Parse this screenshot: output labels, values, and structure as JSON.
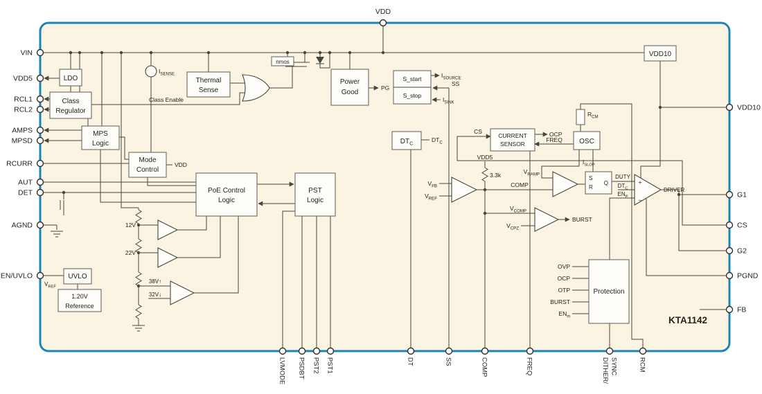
{
  "chip": {
    "name": "KTA1142"
  },
  "colors": {
    "border": "#1b85b8",
    "bg": "#fbf4e2",
    "accent": "#137cac"
  },
  "pins": {
    "top": [
      "VDD"
    ],
    "left": [
      "VIN",
      "VDD5",
      "RCL1",
      "RCL2",
      "AMPS",
      "MPSD",
      "RCURR",
      "AUT",
      "DET",
      "AGND",
      "EN/UVLO"
    ],
    "right": [
      "VDD10",
      "G1",
      "CS",
      "G2",
      "PGND",
      "FB"
    ],
    "bottom": [
      "LVMODE",
      "PSDBT",
      "PST2",
      "PST1",
      "DT",
      "SS",
      "COMP",
      "FREQ",
      "DITHER/",
      "SYNC",
      "RCM"
    ]
  },
  "blocks": {
    "ldo": "LDO",
    "class_reg_1": "Class",
    "class_reg_2": "Regulator",
    "mps_1": "MPS",
    "mps_2": "Logic",
    "mode_1": "Mode",
    "mode_2": "Control",
    "thermal_1": "Thermal",
    "thermal_2": "Sense",
    "poe_1": "PoE Control",
    "poe_2": "Logic",
    "pst_1": "PST",
    "pst_2": "Logic",
    "pg_1": "Power",
    "pg_2": "Good",
    "sstart": "S_start",
    "sstop": "S_stop",
    "dtc": "DT_C",
    "cur_1": "CURRENT",
    "cur_2": "SENSOR",
    "osc": "OSC",
    "protection": "Protection",
    "uvlo": "UVLO",
    "ref_1": "1.20V",
    "ref_2": "Reference",
    "vdd10": "VDD10",
    "driver": "DRIVER",
    "nmos": "nmos"
  },
  "labels": {
    "isense": "I_SENSE",
    "class_enable": "Class Enable",
    "pg": "PG",
    "isource": "I_SOURCE",
    "ss": "SS",
    "isink": "I_SINK",
    "dtc_out": "DT_C",
    "cs": "CS",
    "ocp": "OCP",
    "freq": "FREQ",
    "rcm": "R_CM",
    "islop": "I_SLOP",
    "vramp": "V_RAMP",
    "comp": "COMP",
    "vdd5": "VDD5",
    "r33": "3.3k",
    "vfb": "V_FB",
    "vref": "V_REF",
    "vcomp": "V_COMP",
    "vcpz": "V_CPZ",
    "burst": "BURST",
    "mode_vdd": "VDD",
    "v12": "12V",
    "v22": "22V",
    "v38": "38V↑",
    "v32": "32V↓",
    "vref_uvlo": "V_REF",
    "latch_r": "R",
    "latch_s": "S",
    "latch_q": "Q",
    "duty": "DUTY",
    "dtc_drv": "DT_C",
    "enp": "EN_P",
    "plus": "+",
    "minus": "−",
    "prot": [
      "OVP",
      "OCP",
      "OTP",
      "BURST",
      "EN_in"
    ]
  }
}
